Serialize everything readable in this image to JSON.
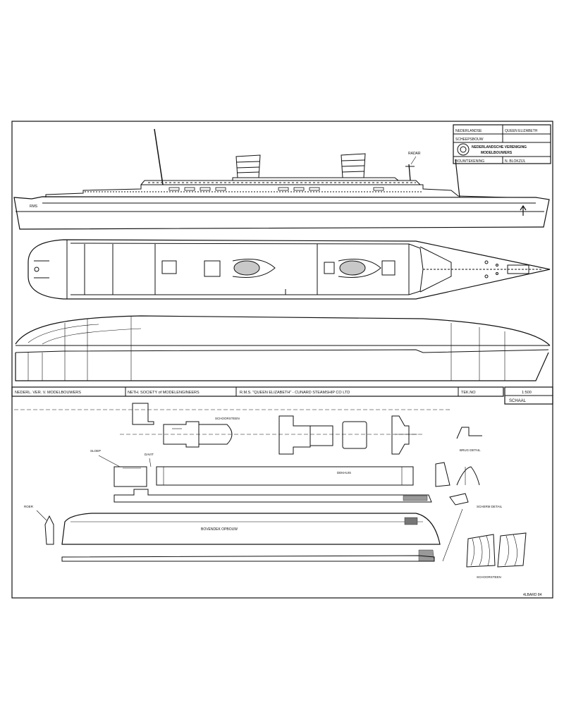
{
  "title_block": {
    "row1_left": "NEDERLANDSE",
    "row1_right": "QUEEN ELIZABETH",
    "row2_left": "SCHEEPSBOUW",
    "row3": "NEDERLANDSCHE VERENIGING",
    "row4": "MODELBOUWERS",
    "row5_left": "BOUWTEKENING",
    "row5_right": "N. BLOKZIJL"
  },
  "profile": {
    "stern_label": "RMS",
    "mast_label": "RADAR"
  },
  "info_strip": {
    "cell1": "NEDERL. VER. V. MODELBOUWERS",
    "cell2": "NETH. SOCIETY of MODELENGINEERS",
    "cell3": "R.M.S. \"QUEEN ELIZABETH\" - CUNARD STEAMSHIP CO LTD",
    "cell4": "TEK.NO",
    "scale_label": "SCHAAL",
    "scale_value": "1:500"
  },
  "parts": {
    "funnel_top_label": "SCHOORSTEEN",
    "deck_label_left": "SLOEP",
    "deck_label_mid": "DAVIT",
    "long_deck_label": "DEKHUIS",
    "stern_piece_label": "ROER",
    "hull_label": "BOVENDEK OPBOUW",
    "right_label_1": "BRUG DETAIL",
    "right_label_2": "SCHERM DETAIL",
    "right_label_3": "SCHOORSTEEN"
  },
  "sheet_number": "4LBARD 84"
}
